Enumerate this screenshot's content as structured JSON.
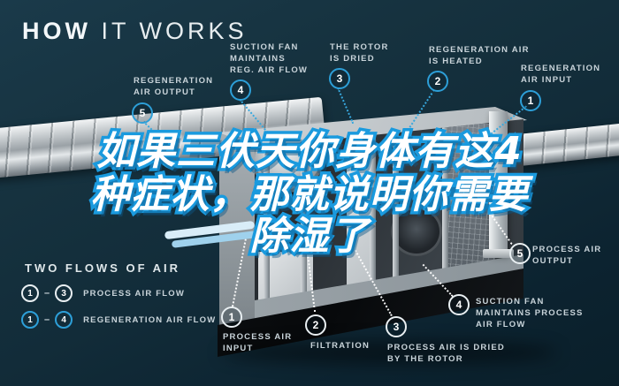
{
  "header": {
    "title_bold": "HOW",
    "title_rest": " IT WORKS"
  },
  "overlay_text": {
    "line1": "如果三伏天你身体有这4",
    "line2": "种症状，那就说明你需要",
    "line3": "除湿了"
  },
  "legend": {
    "title": "TWO FLOWS OF AIR",
    "rows": [
      {
        "start": "1",
        "dash": "–",
        "end": "3",
        "label": "PROCESS AIR FLOW",
        "style": "process"
      },
      {
        "start": "1",
        "dash": "–",
        "end": "4",
        "label": "REGENERATION AIR FLOW",
        "style": "regeneration"
      }
    ]
  },
  "callouts": {
    "regeneration": [
      {
        "num": "1",
        "label": "REGENERATION\nAIR INPUT"
      },
      {
        "num": "2",
        "label": "REGENERATION AIR\nIS HEATED"
      },
      {
        "num": "3",
        "label": "THE ROTOR\nIS DRIED"
      },
      {
        "num": "4",
        "label": "SUCTION FAN\nMAINTAINS\nREG. AIR FLOW"
      },
      {
        "num": "5",
        "label": "REGENERATION\nAIR OUTPUT"
      }
    ],
    "process": [
      {
        "num": "1",
        "label": "PROCESS AIR\nINPUT"
      },
      {
        "num": "2",
        "label": "FILTRATION"
      },
      {
        "num": "3",
        "label": "PROCESS AIR IS DRIED\nBY THE ROTOR"
      },
      {
        "num": "4",
        "label": "SUCTION FAN\nMAINTAINS PROCESS\nAIR FLOW"
      },
      {
        "num": "5",
        "label": "PROCESS AIR\nOUTPUT"
      }
    ]
  },
  "colors": {
    "background": "#14303e",
    "accent_cyan": "#2d9fd8",
    "label_text": "#c9d4da",
    "overlay_fill": "#ffffff",
    "overlay_stroke": "#1a9ade"
  }
}
